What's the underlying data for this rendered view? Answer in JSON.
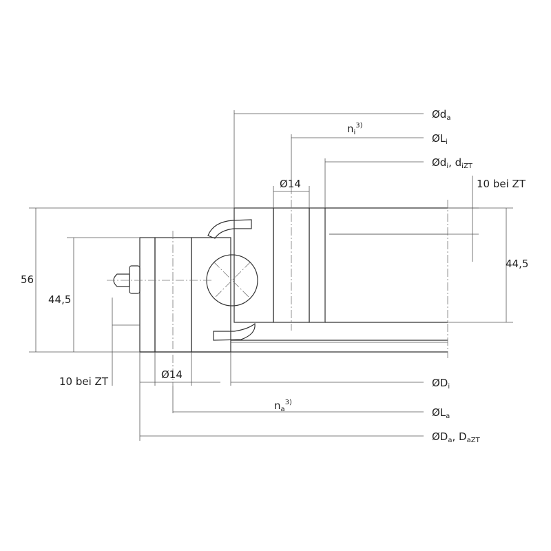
{
  "labels": {
    "da": "Ød",
    "da_sub": "a",
    "ni": "n",
    "ni_sub": "i",
    "ni_sup": "3)",
    "Li": "ØL",
    "Li_sub": "i",
    "di": "Ød",
    "di_sub": "i",
    "di_mid": ", d",
    "di_sub2": "iZT",
    "phi14_top": "Ø14",
    "zt_right": "10 bei ZT",
    "h_right": "44,5",
    "h_total": "56",
    "h_left": "44,5",
    "zt_left": "10 bei ZT",
    "phi14_bottom": "Ø14",
    "Di": "ØD",
    "Di_sub": "i",
    "na": "n",
    "na_sub": "a",
    "na_sup": "3)",
    "La": "ØL",
    "La_sub": "a",
    "Da": "ØD",
    "Da_sub": "a",
    "Da_mid": ", D",
    "Da_sub2": "aZT"
  }
}
